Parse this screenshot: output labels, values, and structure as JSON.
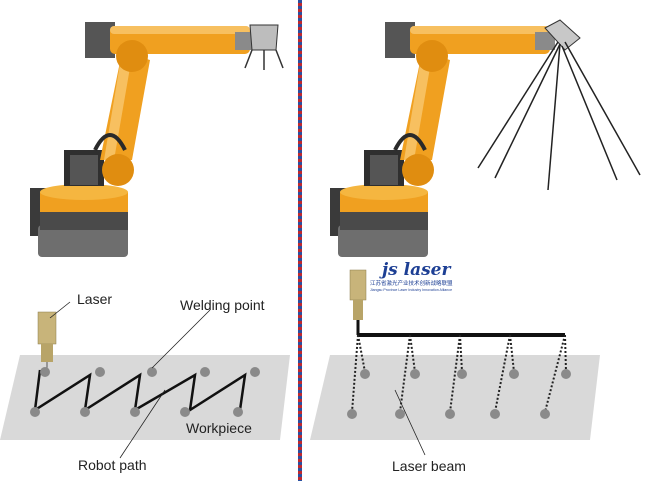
{
  "colors": {
    "robot_orange": "#f0a020",
    "robot_dark": "#3a3a3a",
    "workpiece": "#d9d9d9",
    "laser_head": "#c8b47a",
    "divider_red": "#c0282d",
    "divider_blue": "#2a4fa0",
    "watermark_blue": "#1d3f94"
  },
  "left_panel": {
    "laser_label": "Laser",
    "welding_point_label": "Welding point",
    "workpiece_label": "Workpiece",
    "robot_path_label": "Robot path"
  },
  "right_panel": {
    "laser_beam_label": "Laser beam"
  },
  "watermark": {
    "logo": "js laser",
    "line1": "江苏省激光产业技术创新战略联盟",
    "line2": "Jiangsu Province Laser Industry Innovation Alliance"
  },
  "icons": [
    "industrial-robot-icon",
    "laser-head-icon",
    "scanner-head-icon"
  ]
}
